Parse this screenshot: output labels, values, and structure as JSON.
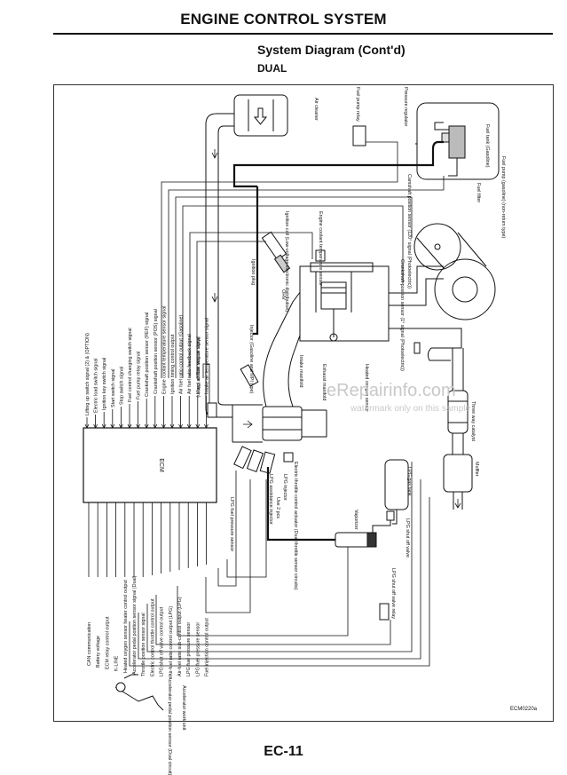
{
  "header": {
    "title": "ENGINE CONTROL SYSTEM",
    "subtitle": "System Diagram (Cont'd)",
    "variant": "DUAL"
  },
  "diagram": {
    "ecm_label": "ECM",
    "ref_code": "ECM0220a",
    "components": {
      "air_cleaner": "Air cleaner",
      "fuel_pump_relay": "Fuel pump relay",
      "pressure_regulator": "Pressure regulator",
      "fuel_tank": "Fuel tank (Gasoline)",
      "fuel_filter": "Fuel filter",
      "fuel_pump": "Fuel pump (gasoline) (non-return type)",
      "cmp_sensor": "Camshaft position sensor (120° signal (Photoelectric))",
      "ckp_sensor": "Crankshaft position sensor (1° signal (Photoelectric))",
      "ignition_coil": "Ignition coil (Low-voltage electronic distribution)",
      "ignition_plug": "Ignition plug",
      "ect_sensor": "Engine coolant temperature sensor",
      "ohv": "OHV",
      "injector": "Injector (Gasoline and MPI type)",
      "maf_sensor": "Mass air flow sensor (Slit-in)",
      "intake_manifold": "Intake manifold",
      "exhaust_manifold": "Exhaust manifold",
      "ho2s": "Heated oxygen sensor",
      "twc": "Three way catalyst",
      "muffler": "Muffler",
      "lpg_gas_tank": "LPG gas tank",
      "lpg_shutoff_valve": "LPG shut off valve",
      "lpg_shutoff_relay": "LPG shut off valve relay",
      "vaporizer": "Vaporizer",
      "throttle_actuator": "Electric throttle control actuator (Dual throttle sensor circuits)",
      "lpg_injector": "LPG injector",
      "use_2_pcs": "Use 2 pcs",
      "lpg_assist_injector": "LPG assistance injector",
      "lpg_fuel_pressure_sensor": "LPG fuel pressure sensor",
      "accel_pedal_sensor": "Accelerator pedal position sensor (Dual circuit)",
      "accel_work_unit": "Accelerator work unit"
    },
    "ecm_inputs": [
      "Lifting up switch signal (2) & (OPTION)",
      "Electric load switch signal",
      "Ignition key switch signal",
      "Start switch signal",
      "Stop switch signal",
      "Fuel control changing switch signal",
      "Fuel pump relay signal",
      "Crankshaft position sensor (REF) signal",
      "Crankshaft position sensor (POS) signal",
      "Engine coolant temperature sensor signal",
      "Ignition timing control output",
      "Air fuel ratio control output (Gasoline)",
      "Air fuel ratio feedback signal",
      "Mass air flow sensor signal",
      "Intake air temperature sensor signal"
    ],
    "ecm_outputs": [
      "CAN communication",
      "Battery voltage",
      "ECM relay control output",
      "K-LINE",
      "Heated oxygen sensor heater control output",
      "Accelerator pedal position sensor signal (Dual)",
      "Throttle position sensor signal",
      "Electric control throttle control output",
      "LPG shut off valve control output",
      "Air-fuel ratio control output (LPG)",
      "Air-fuel ratio sub-control output (LPG)",
      "LPG fuel pressure sensor",
      "LPG fuel pressure sensor",
      "Fuel injection control output"
    ]
  },
  "watermark": {
    "main": "eRepairinfo.com",
    "sub": "watermark only on this sample"
  },
  "footer": {
    "page_number": "EC-11"
  }
}
